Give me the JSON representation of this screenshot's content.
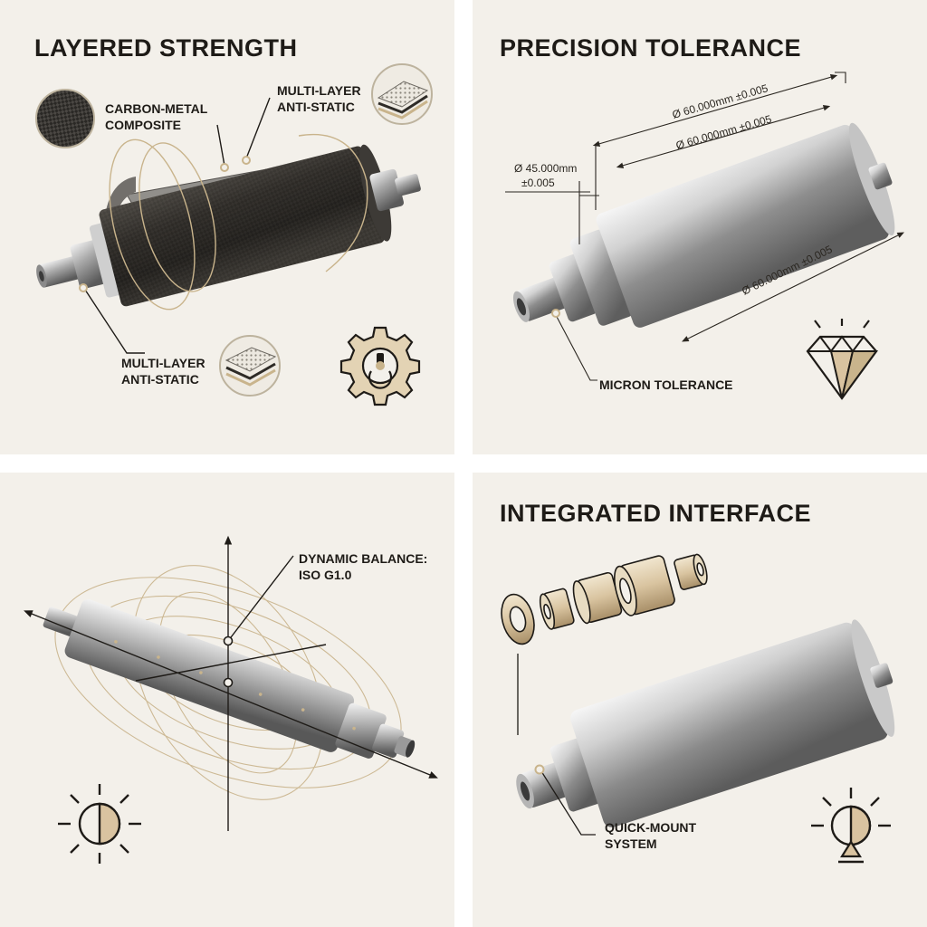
{
  "panels": {
    "layered": {
      "title": "LAYERED STRENGTH",
      "labels": {
        "composite_line1": "CARBON-METAL",
        "composite_line2": "COMPOSITE",
        "antistatic_top_line1": "MULTI-LAYER",
        "antistatic_top_line2": "ANTI-STATIC",
        "antistatic_bottom_line1": "MULTI-LAYER",
        "antistatic_bottom_line2": "ANTI-STATIC"
      },
      "icon": "gear-icon"
    },
    "precision": {
      "title": "PRECISION TOLERANCE",
      "dims": {
        "dim1": "Ø 60.000mm ±0.005",
        "dim2": "Ø 60.000mm ±0.005",
        "dim3_line1": "Ø 45.000mm",
        "dim3_line2": "±0.005",
        "dim4": "Ø 60.000mm ±0.005"
      },
      "callout": "MICRON TOLERANCE",
      "icon": "diamond-icon"
    },
    "balance": {
      "title": "",
      "callout_line1": "DYNAMIC BALANCE:",
      "callout_line2": "ISO G1.0",
      "icon": "sun-balance-icon"
    },
    "interface": {
      "title": "INTEGRATED INTERFACE",
      "callout_line1": "QUICK-MOUNT",
      "callout_line2": "SYSTEM",
      "icon": "light-bulb-icon"
    }
  },
  "colors": {
    "panel_bg": "#f3f0ea",
    "accent_gold": "#c9b48c",
    "ink": "#1e1b17",
    "steel_light": "#e8e8e8",
    "steel_dark": "#6e6e6e",
    "carbon": "#2b2926"
  }
}
